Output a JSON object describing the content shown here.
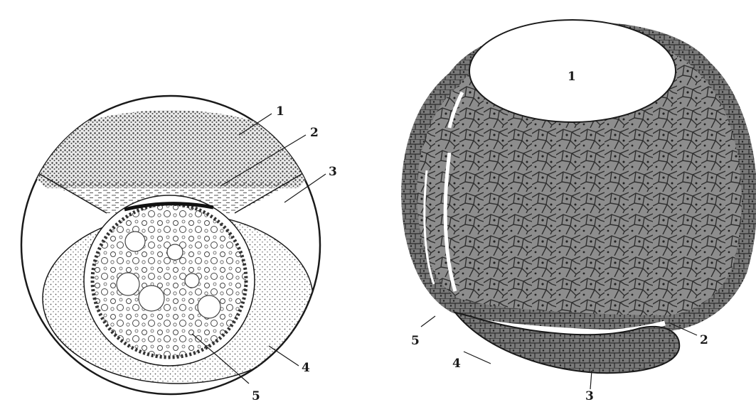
{
  "figures": [
    {
      "id": "left",
      "labels": [
        "1",
        "2",
        "3",
        "4",
        "5"
      ]
    },
    {
      "id": "right",
      "labels": [
        "1",
        "2",
        "3",
        "4",
        "5"
      ]
    }
  ],
  "colors": {
    "ink": "#1a1a1a",
    "cell_fill": "#8d8d8d",
    "cell_edge": "#2f2f2f",
    "paper": "#ffffff"
  }
}
